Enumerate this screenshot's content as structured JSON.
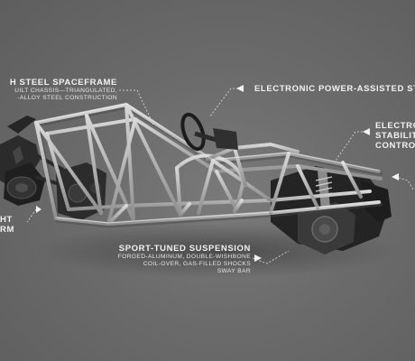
{
  "callouts": {
    "spaceframe": {
      "title": "H STEEL SPACEFRAME",
      "line1": "UILT CHASSIS—TRIANGULATED,",
      "line2": "-ALLOY STEEL CONSTRUCTION"
    },
    "steering": {
      "title": "ELECTRONIC POWER-ASSISTED ST"
    },
    "stability": {
      "line1": "ELECTRO",
      "line2": "STABILIT",
      "line3": "CONTRO"
    },
    "arm": {
      "line1": "HT",
      "line2": "RM"
    },
    "suspension": {
      "title": "SPORT-TUNED SUSPENSION",
      "line1": "FORGED-ALUMINUM, DOUBLE-WISHBONE",
      "line2": "COIL-OVER, GAS-FILLED SHOCKS",
      "line3": "SWAY BAR"
    }
  },
  "colors": {
    "background": "#6b6b6b",
    "frame": "#b9b9b9",
    "frame_shadow": "#4a4a4a",
    "label": "#f2f2f2"
  }
}
